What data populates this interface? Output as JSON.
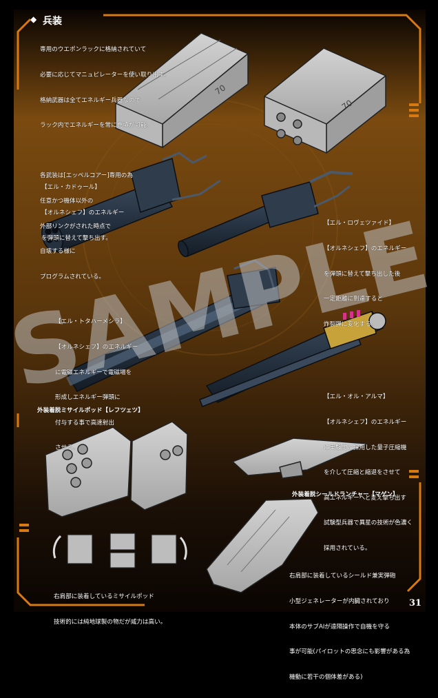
{
  "section": {
    "title_mark": "◆",
    "title": "兵装",
    "intro_lines": [
      "専用のウエポンラックに格納されていて",
      "必要に応じてマニュピレーターを使い取り出す。",
      "格納武器は全てエネルギー兵器なので",
      "ラック内でエネルギーを常に充填が可能。",
      "",
      "各武装は[エッペルコアー]専用の為",
      "任意かつ機体以外の",
      "外部リンクがされた時点で",
      "自壊する様に",
      "プログラムされている。"
    ]
  },
  "weapons": [
    {
      "name": "【エル・カドゥール】",
      "lines": [
        "【オルネシェフ】のエネルギー",
        "を弾頭に替えて撃ち出す。"
      ]
    },
    {
      "name": "【エル・ロヴェツァイド】",
      "lines": [
        "【オルネシェフ】のエネルギー",
        "を弾頭に替えて撃ち出した後",
        "一定距離に到達すると",
        "炸裂弾に変化する。"
      ]
    },
    {
      "name": "【エル・トタハーメシラ】",
      "lines": [
        "【オルネシェフ】のエネルギー",
        "に電磁エネルギーで電磁場を",
        "形成しエネルギー弾頭に",
        "付与する事で高速射出",
        "させる。"
      ]
    },
    {
      "name": "【エル・オル・アルマ】",
      "lines": [
        "【オルネシェフ】のエネルギー",
        "に実験的に採用した量子圧縮機",
        "を介して圧縮と縮退をさせて",
        "高エネルギーへと変え撃ち出す",
        "試験型兵器で異星の技術が色濃く",
        "採用されている。"
      ]
    }
  ],
  "missile_pod": {
    "title": "外装着脱ミサイルポッド【レフツェツ】",
    "lines": [
      "右肩部に装着しているミサイルポッド",
      "技術的には純地球製の物だが威力は高い。"
    ]
  },
  "shield_launcher": {
    "title": "外装着脱シールドランチャー【マゲン】",
    "lines": [
      "右肩部に装着しているシールド兼実弾砲",
      "小型ジェネレーターが内臓されており",
      "本体のサブAIが遠隔操作で自機を守る",
      "事が可能(パイロットの思念にも影響がある為",
      "機動に若干の個体差がある)"
    ]
  },
  "watermark": "SAMPLE",
  "page_number": "31",
  "colors": {
    "frame": "#d77a12",
    "background_top": "#0a0502",
    "background_mid": "#6e420f",
    "background_bottom": "#0a0502",
    "line_art": "#c4c4c4",
    "weapon_dark": "#1d2836"
  }
}
